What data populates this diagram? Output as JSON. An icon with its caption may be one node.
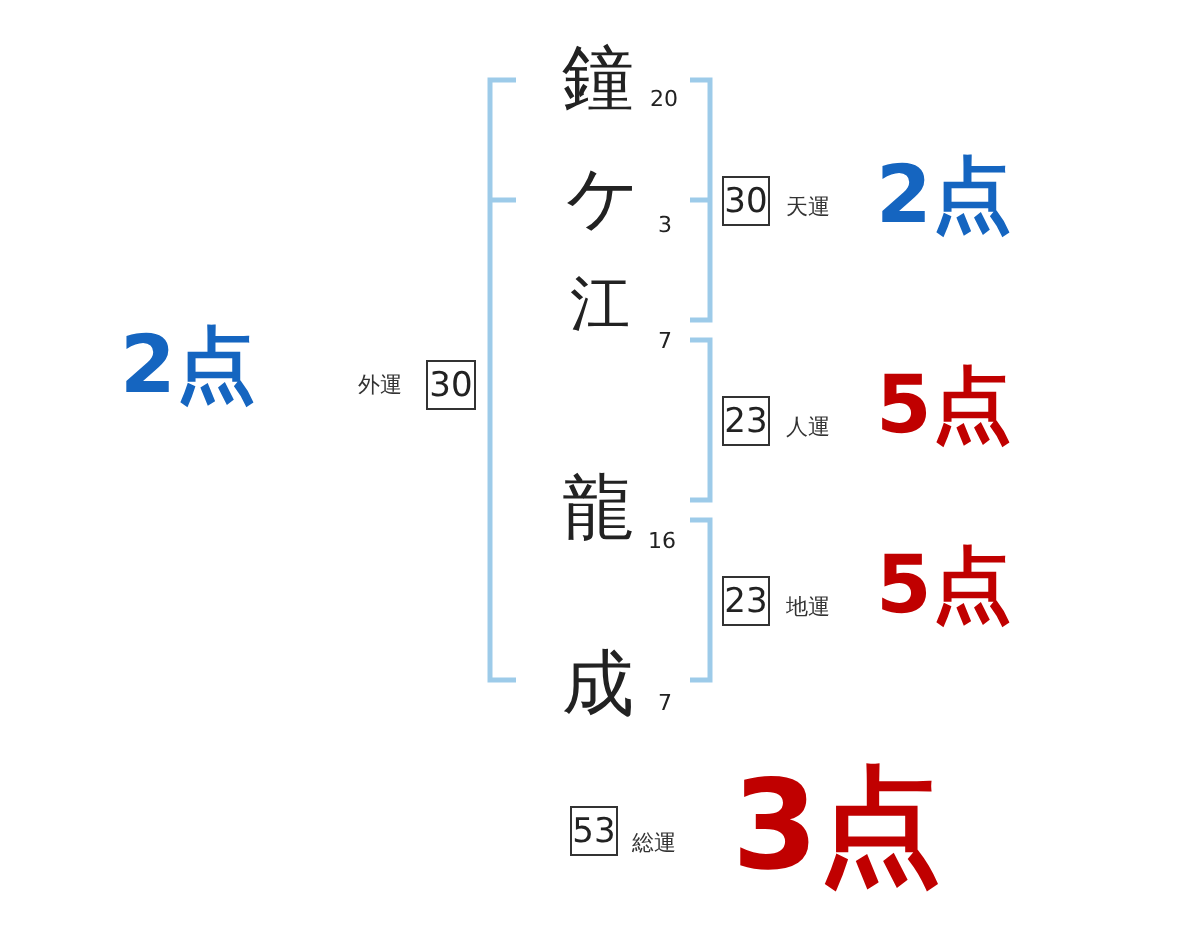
{
  "diagram": {
    "nodes": [
      {
        "text": [
          "30"
        ],
        "beside": [
          "天運"
        ]
      },
      {
        "text": [
          "30"
        ],
        "beside": [
          "外運"
        ]
      },
      {
        "text": [
          "23"
        ],
        "beside": [
          "人運"
        ]
      },
      {
        "text": [
          "23"
        ],
        "beside": [
          "地運"
        ]
      },
      {
        "text": [
          "53"
        ],
        "beside": [
          "総運"
        ]
      }
    ],
    "labels": [
      "鐘",
      "20",
      "ケ",
      "3",
      "2点",
      "江",
      "7",
      "2点",
      "5点",
      "龍",
      "16",
      "5点",
      "成",
      "7",
      "3点"
    ]
  }
}
